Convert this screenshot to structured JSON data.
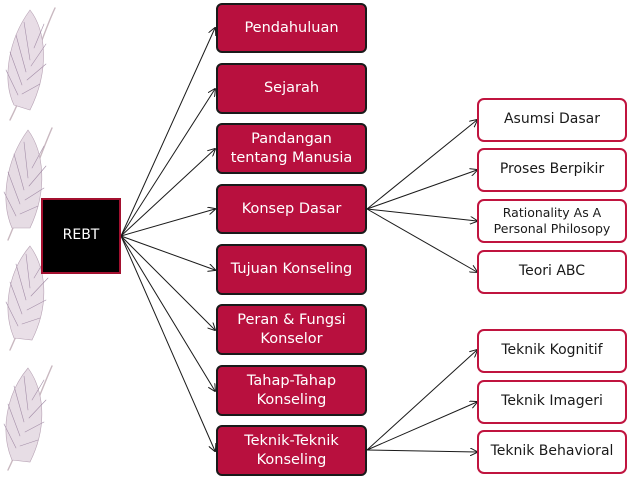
{
  "diagram": {
    "root": "REBT",
    "branches": [
      "Pendahuluan",
      "Sejarah",
      "Pandangan tentang Manusia",
      "Konsep Dasar",
      "Tujuan Konseling",
      "Peran & Fungsi Konselor",
      "Tahap-Tahap Konseling",
      "Teknik-Teknik Konseling"
    ],
    "konsep_dasar_children": [
      "Asumsi Dasar",
      "Proses Berpikir",
      "Rationality As A Personal Philosopy",
      "Teori ABC"
    ],
    "teknik_children": [
      "Teknik Kognitif",
      "Teknik Imageri",
      "Teknik Behavioral"
    ]
  },
  "colors": {
    "branch_fill": "#b8103e",
    "root_fill": "#000000",
    "leaf_border": "#c0143f",
    "connector": "#1a1a1a"
  },
  "decoration": {
    "left_border": "feather-icon"
  }
}
